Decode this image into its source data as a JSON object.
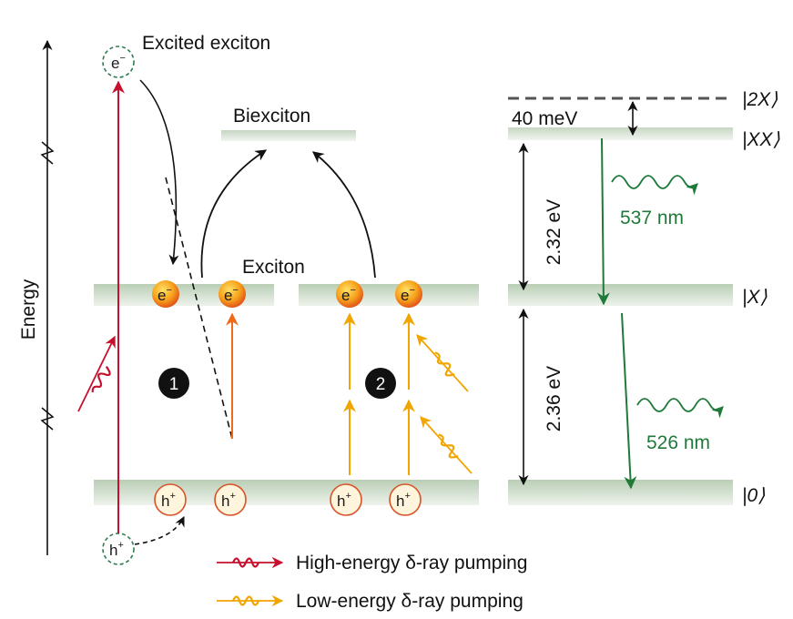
{
  "diagram": {
    "axis_label": "Energy",
    "labels": {
      "excited_exciton": "Excited exciton",
      "biexciton": "Biexciton",
      "exciton": "Exciton"
    },
    "carriers": {
      "electron": "e",
      "hole": "h",
      "electron_sup": "−",
      "hole_sup": "+"
    },
    "process_markers": [
      "1",
      "2"
    ],
    "state_labels": {
      "two_x": "|2X⟩",
      "xx": "|XX⟩",
      "x": "|X⟩",
      "zero": "|0⟩"
    },
    "energies": {
      "gap_2x_xx": "40 meV",
      "xx_to_x": "2.32 eV",
      "x_to_0": "2.36 eV"
    },
    "emissions": {
      "xx_to_x": "537 nm",
      "x_to_0": "526 nm"
    },
    "legend": [
      {
        "label": "High-energy δ-ray pumping",
        "color": "#c8102e"
      },
      {
        "label": "Low-energy δ-ray pumping",
        "color": "#f0a500"
      }
    ],
    "colors": {
      "high_energy": "#c8102e",
      "low_energy": "#f0a500",
      "orange_arrow": "#f06a1a",
      "emission": "#1f7a3a",
      "dashed_carrier": "#2e7d4f",
      "level_band": "#c9d8c5",
      "x2_dashed": "#555555"
    }
  }
}
